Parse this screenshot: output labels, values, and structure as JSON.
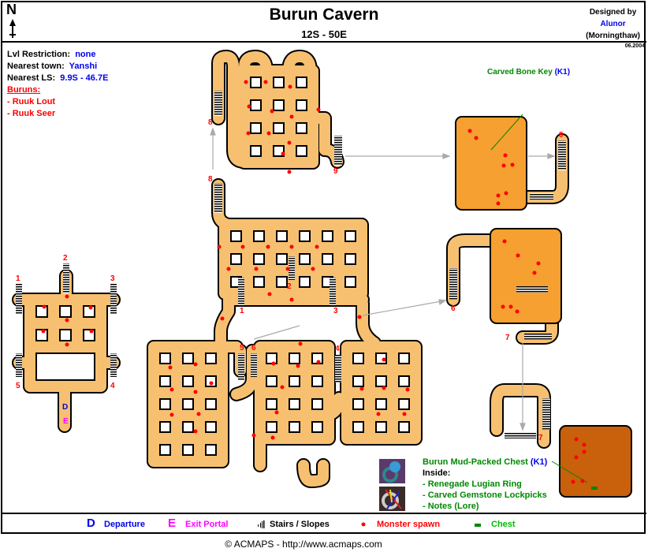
{
  "header": {
    "north": "N",
    "title": "Burun Cavern",
    "coords": "12S - 50E",
    "designed_by": "Designed by",
    "author": "Alunor",
    "server": "(Morningthaw)",
    "date": "06.2004"
  },
  "info": {
    "lvl_label": "Lvl Restriction:",
    "lvl_value": "none",
    "town_label": "Nearest town:",
    "town_value": "Yanshi",
    "ls_label": "Nearest LS:",
    "ls_value": "9.9S - 46.7E",
    "monsters_title": "Buruns:",
    "monsters": [
      "- Ruuk Lout",
      "- Ruuk Seer"
    ]
  },
  "key": {
    "name": "Carved Bone Key",
    "tag": "(K1)"
  },
  "chest": {
    "name": "Burun Mud-Packed Chest",
    "tag": "(K1)",
    "inside": "Inside:",
    "items": [
      "- Renegade Lugian Ring",
      "- Carved Gemstone Lockpicks",
      "- Notes (Lore)"
    ],
    "icons": [
      "ring-icon",
      "lockpicks-icon"
    ]
  },
  "map_labels": {
    "s1": "1",
    "s2": "2",
    "s3": "3",
    "s4": "4",
    "s5": "5",
    "s6": "6",
    "s7": "7",
    "s8": "8",
    "s9": "9",
    "departure": "D",
    "exit": "E"
  },
  "legend": {
    "d_symbol": "D",
    "departure": "Departure",
    "e_symbol": "E",
    "exit": "Exit Portal",
    "stairs": "Stairs / Slopes",
    "spawn": "Monster spawn",
    "chest": "Chest"
  },
  "footer": "© ACMAPS - http://www.acmaps.com",
  "colors": {
    "corridor": "#f7c070",
    "room": "#f5a030",
    "dark_room": "#c8600c",
    "spawn": "#ff0000",
    "chest": "#008800"
  }
}
